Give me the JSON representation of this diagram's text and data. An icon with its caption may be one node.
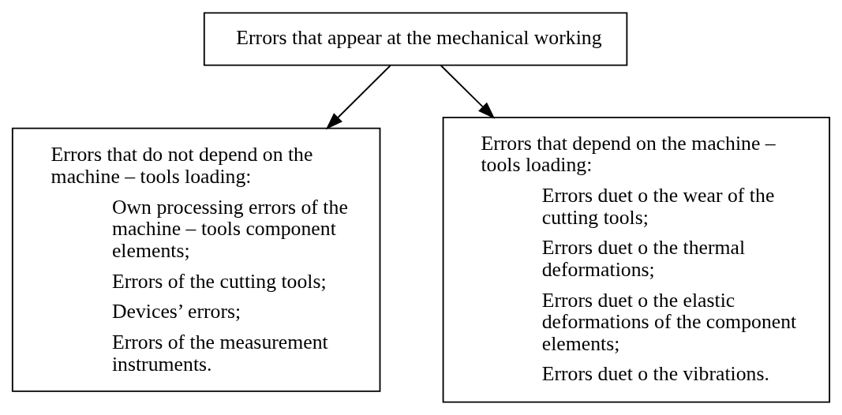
{
  "diagram": {
    "nodes": [
      {
        "text": [
          "Errors that appear at the mechanical working"
        ]
      },
      {
        "text": [
          "Errors that do not depend on the machine – tools loading:",
          "Own processing errors of the machine – tools component elements;",
          "Errors of the cutting tools;",
          "Devices’ errors;",
          "Errors of the measurement instruments."
        ]
      },
      {
        "text": [
          "Errors that depend on the machine – tools loading:",
          "Errors duet o the wear of the cutting tools;",
          "Errors duet o the thermal deformations;",
          "Errors duet o the elastic deformations of the component elements;",
          "Errors duet o the vibrations."
        ]
      }
    ],
    "edges": [
      {
        "from": 0,
        "to": 1,
        "arrow": "to"
      },
      {
        "from": 0,
        "to": 2,
        "arrow": "to"
      }
    ]
  }
}
